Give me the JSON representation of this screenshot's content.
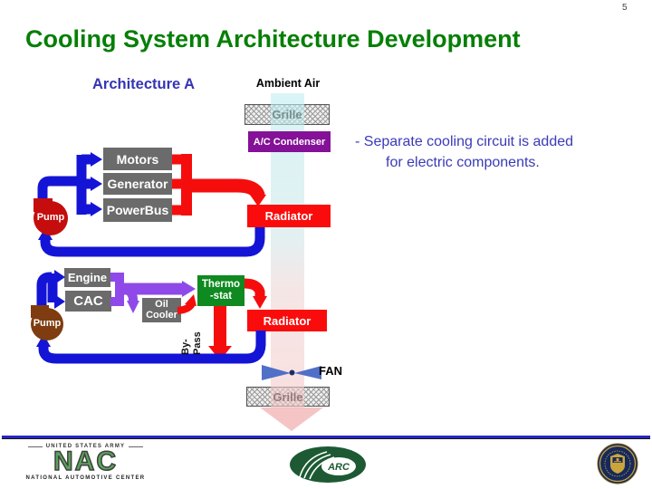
{
  "slide": {
    "page_number": "5",
    "title": "Cooling System Architecture Development"
  },
  "diagram": {
    "architecture_label": "Architecture A",
    "ambient_air": "Ambient Air",
    "grille_top": "Grille",
    "ac_condenser": "A/C Condenser",
    "radiator_top": "Radiator",
    "radiator_bottom": "Radiator",
    "grille_bottom": "Grille",
    "fan": "FAN",
    "motors": "Motors",
    "generator": "Generator",
    "powerbus": "PowerBus",
    "engine": "Engine",
    "cac": "CAC",
    "oil_cooler_line1": "Oil",
    "oil_cooler_line2": "Cooler",
    "thermostat_line1": "Thermo",
    "thermostat_line2": "-stat",
    "pump_top": "Pump",
    "pump_bottom": "Pump",
    "bypass_line1": "By-",
    "bypass_line2": "Pass"
  },
  "note": {
    "line1": "- Separate cooling circuit is added",
    "line2": "for electric components."
  },
  "footer": {
    "nac": {
      "top": "UNITED STATES ARMY",
      "acronym": "NAC",
      "bottom": "NATIONAL AUTOMOTIVE CENTER"
    },
    "arc": {
      "acronym": "ARC"
    }
  },
  "colors": {
    "title_green": "#067f06",
    "note_blue": "#3a3ab8",
    "coolant_blue": "#1414d6",
    "hot_red": "#f50d0d",
    "transfer_purple": "#8f49e8",
    "component_gray": "#6b6b6b",
    "condenser_purple": "#841197",
    "thermostat_green": "#0e8a20",
    "pump_red": "#c50d0d",
    "pump_brown": "#7e3c10",
    "fan_blue": "#5070c8",
    "air_cool": "#bfeef2",
    "air_warm": "#f6c9c9"
  }
}
